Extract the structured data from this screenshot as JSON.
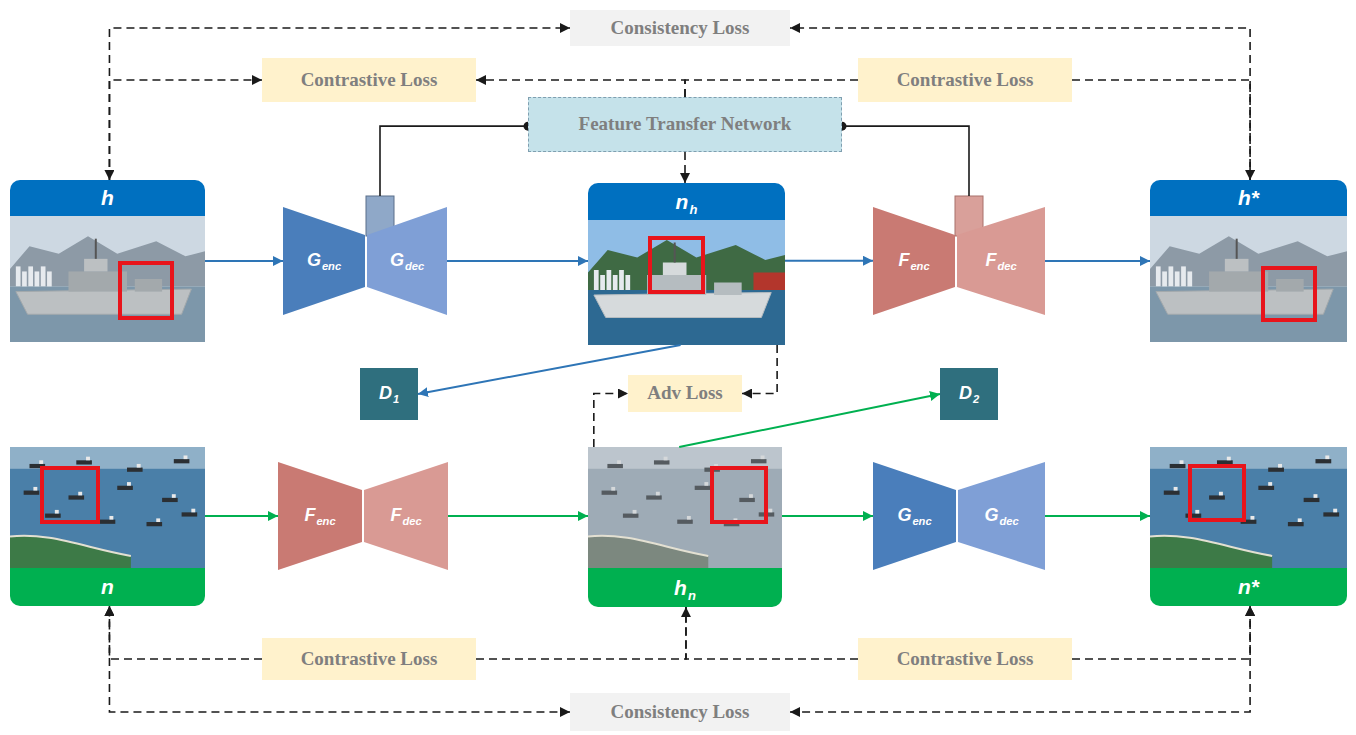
{
  "diagram": {
    "nodes": [
      {
        "text": [
          "Consistency Loss"
        ]
      },
      {
        "text": [
          "Contrastive Loss"
        ]
      },
      {
        "text": [
          "Feature Transfer Network"
        ]
      },
      {
        "text": [
          "Contrastive Loss"
        ]
      },
      {
        "text": [
          "h"
        ]
      },
      {
        "text": [
          "G",
          "enc"
        ]
      },
      {
        "text": [
          "G",
          "dec"
        ]
      },
      {
        "text": [
          "n",
          "h"
        ]
      },
      {
        "text": [
          "F",
          "enc"
        ]
      },
      {
        "text": [
          "F",
          "dec"
        ]
      },
      {
        "text": [
          "h*"
        ]
      },
      {
        "text": [
          "D",
          "1"
        ]
      },
      {
        "text": [
          "Adv Loss"
        ]
      },
      {
        "text": [
          "D",
          "2"
        ]
      },
      {
        "text": [
          "n"
        ]
      },
      {
        "text": [
          "F",
          "enc"
        ]
      },
      {
        "text": [
          "F",
          "dec"
        ]
      },
      {
        "text": [
          "h",
          "n"
        ]
      },
      {
        "text": [
          "G",
          "enc"
        ]
      },
      {
        "text": [
          "G",
          "dec"
        ]
      },
      {
        "text": [
          "n*"
        ]
      },
      {
        "text": [
          "Contrastive Loss"
        ]
      },
      {
        "text": [
          "Contrastive Loss"
        ]
      },
      {
        "text": [
          "Consistency Loss"
        ]
      }
    ],
    "edges": [
      {
        "from": 4,
        "to": 5,
        "arrow": "to"
      },
      {
        "from": 6,
        "to": 7,
        "arrow": "to"
      },
      {
        "from": 7,
        "to": 8,
        "arrow": "to"
      },
      {
        "from": 9,
        "to": 10,
        "arrow": "to"
      },
      {
        "from": 14,
        "to": 15,
        "arrow": "to"
      },
      {
        "from": 16,
        "to": 17,
        "arrow": "to"
      },
      {
        "from": 17,
        "to": 18,
        "arrow": "to"
      },
      {
        "from": 19,
        "to": 20,
        "arrow": "to"
      },
      {
        "from": 7,
        "to": 11,
        "arrow": "to"
      },
      {
        "from": 17,
        "to": 13,
        "arrow": "to"
      },
      {
        "from": 7,
        "to": 12,
        "arrow": "to"
      },
      {
        "from": 17,
        "to": 12,
        "arrow": "to"
      },
      {
        "from": 2,
        "to": 7,
        "arrow": "to"
      },
      {
        "from": 5,
        "to": 2,
        "arrow": "none"
      },
      {
        "from": 8,
        "to": 2,
        "arrow": "none"
      },
      {
        "from": 4,
        "to": 0,
        "arrow": "both"
      },
      {
        "from": 4,
        "to": 1,
        "arrow": "to"
      },
      {
        "from": 10,
        "to": 0,
        "arrow": "both"
      },
      {
        "from": 2,
        "to": 1,
        "arrow": "to"
      },
      {
        "from": 2,
        "to": 3,
        "arrow": "none"
      },
      {
        "from": 3,
        "to": 10,
        "arrow": "none"
      },
      {
        "from": 21,
        "to": 14,
        "arrow": "to"
      },
      {
        "from": 21,
        "to": 17,
        "arrow": "to"
      },
      {
        "from": 22,
        "to": 17,
        "arrow": "none"
      },
      {
        "from": 22,
        "to": 20,
        "arrow": "to"
      },
      {
        "from": 14,
        "to": 23,
        "arrow": "both"
      },
      {
        "from": 20,
        "to": 23,
        "arrow": "both"
      }
    ]
  }
}
